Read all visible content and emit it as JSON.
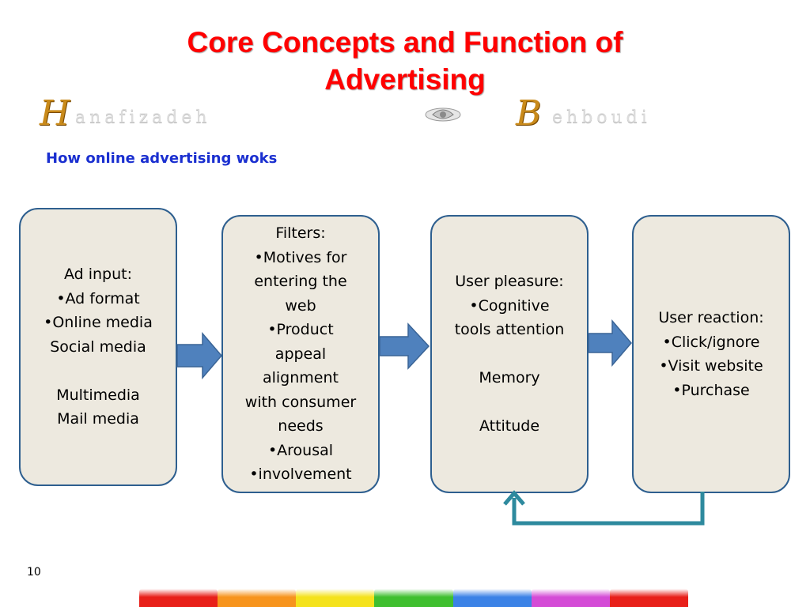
{
  "title": {
    "line1": "Core Concepts and Function of",
    "line2": "Advertising"
  },
  "banner": {
    "cap1": "H",
    "rest1": "anafizadeh",
    "cap2": "B",
    "rest2": "ehboudi",
    "amp_icon": "ampersand-icon"
  },
  "subtitle": "How online advertising woks",
  "boxes": {
    "input": {
      "lines": [
        "Ad input:",
        "•Ad format",
        "•Online media",
        "Social media",
        "",
        "Multimedia",
        "Mail media"
      ]
    },
    "filters": {
      "lines": [
        "Filters:",
        "•Motives for",
        "entering the",
        "web",
        "•Product",
        "appeal",
        "alignment",
        "with consumer",
        "needs",
        "•Arousal",
        "•involvement"
      ]
    },
    "pleasure": {
      "lines": [
        "User pleasure:",
        "•Cognitive",
        "tools attention",
        "",
        "Memory",
        "",
        "Attitude"
      ]
    },
    "reaction": {
      "lines": [
        "User reaction:",
        "•Click/ignore",
        "•Visit website",
        "•Purchase"
      ]
    }
  },
  "colors": {
    "title": "#ff0000",
    "subtitle": "#1a2fd0",
    "box_fill": "#ede9df",
    "box_border": "#2e5f8f",
    "arrow_fill": "#4f81bd",
    "feedback_stroke": "#2e8a9e"
  },
  "page_number": "10",
  "footer_colors": [
    "#e8201a",
    "#f7941d",
    "#f4e21c",
    "#3fbf2f",
    "#3b82e6",
    "#d44bd6",
    "#e8201a"
  ]
}
